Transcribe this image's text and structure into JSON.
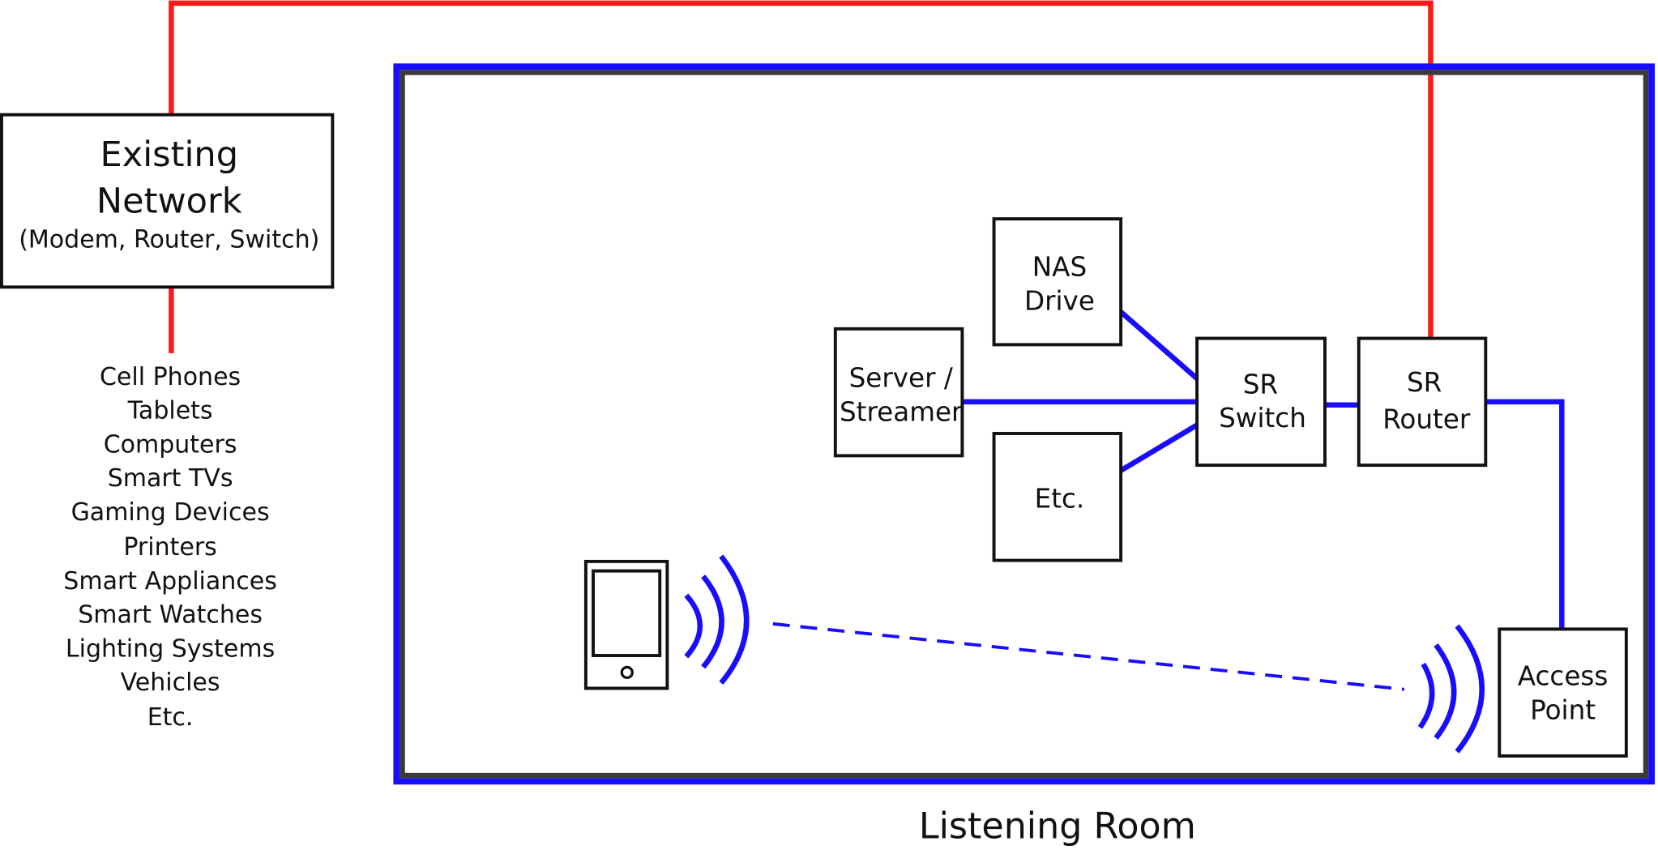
{
  "existing_network": {
    "line1": "Existing",
    "line2": "Network",
    "subtitle": "(Modem, Router, Switch)"
  },
  "devices": [
    "Cell Phones",
    "Tablets",
    "Computers",
    "Smart TVs",
    "Gaming Devices",
    "Printers",
    "Smart Appliances",
    "Smart Watches",
    "Lighting Systems",
    "Vehicles",
    "Etc."
  ],
  "nodes": {
    "nas": [
      "NAS",
      "Drive"
    ],
    "server": [
      "Server /",
      "Streamer"
    ],
    "etc": [
      "Etc."
    ],
    "switch": [
      "SR",
      "Switch"
    ],
    "router": [
      "SR",
      "Router"
    ],
    "access_point": [
      "Access",
      "Point"
    ]
  },
  "room_label": "Listening Room",
  "colors": {
    "wan": "#ff1a1a",
    "lan": "#1a0dff",
    "room_inner": "#3a3a3a"
  }
}
